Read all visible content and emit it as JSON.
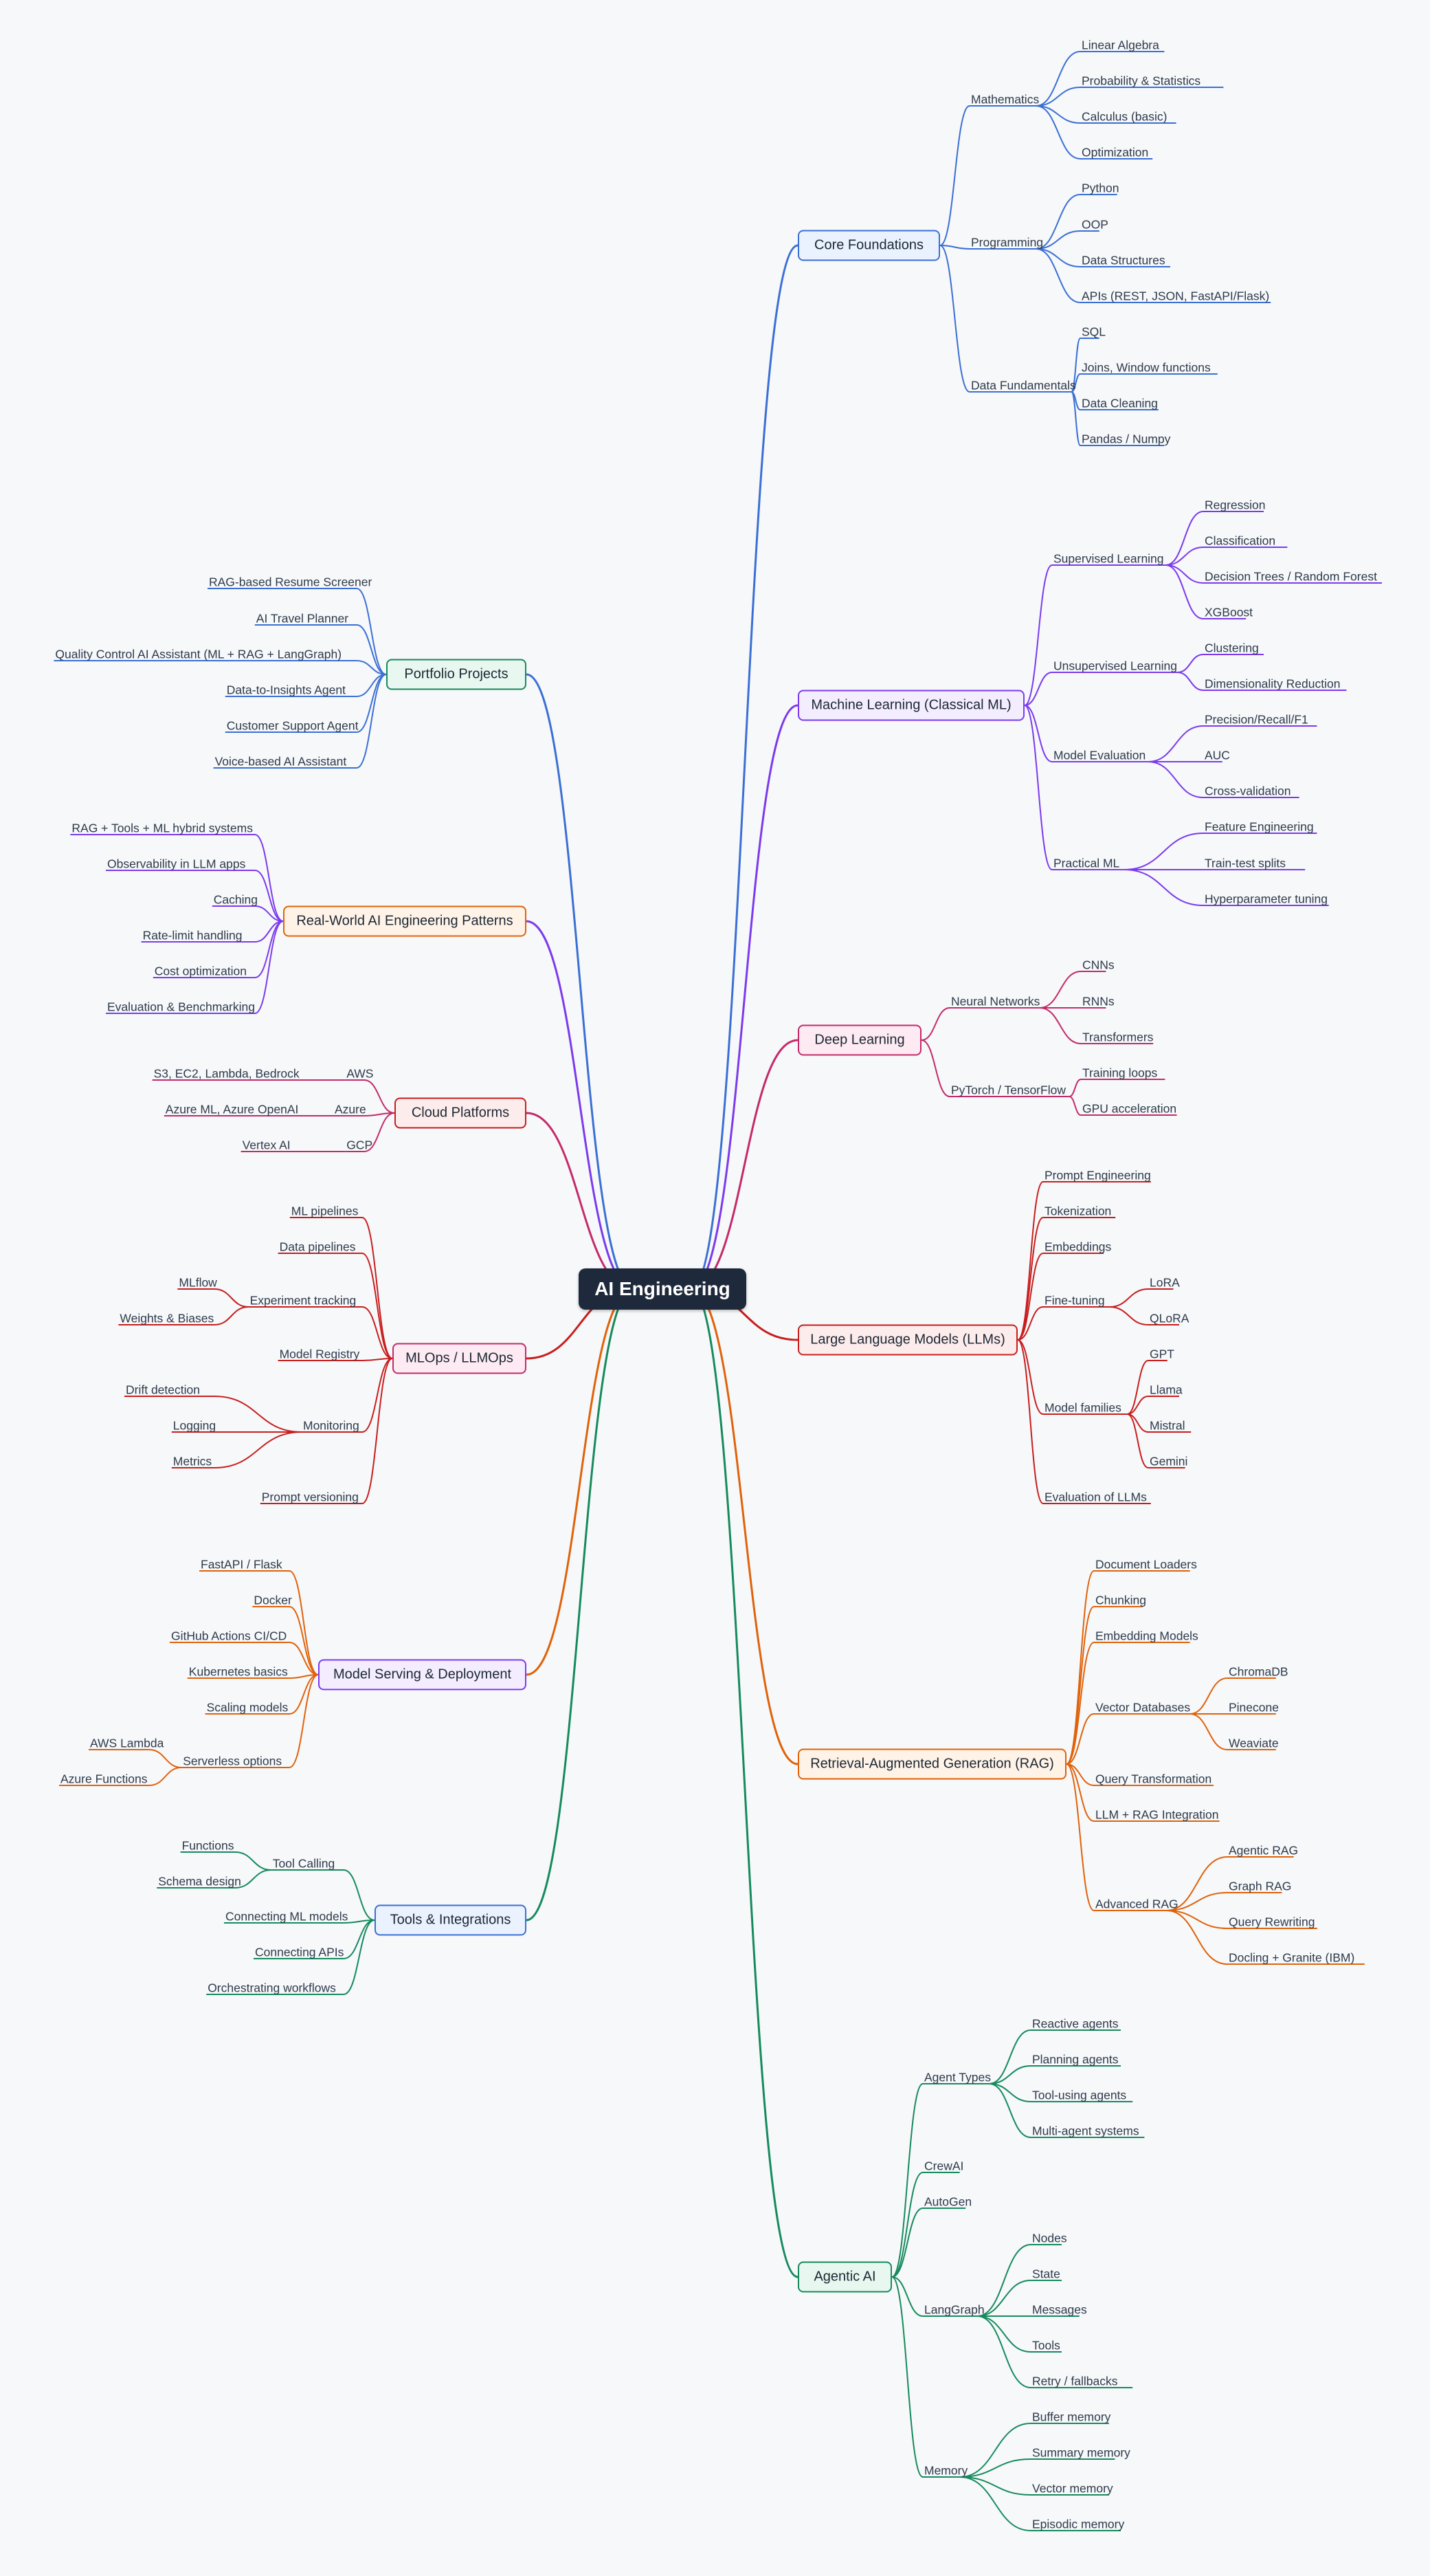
{
  "root": "AI Engineering",
  "colors": {
    "blue": "#3b6fd4",
    "purple": "#7c3aed",
    "pink": "#c42a6a",
    "red": "#c81e1e",
    "orange": "#e0620a",
    "green": "#168a5c",
    "blue_bg": "#eaf2ff",
    "purple_bg": "#f3edff",
    "pink_bg": "#fdeaf2",
    "red_bg": "#fdecec",
    "orange_bg": "#fff3e8",
    "green_bg": "#e8f8f0"
  },
  "branches": [
    {
      "label": "Core Foundations",
      "color": "blue",
      "side": "right",
      "children": [
        {
          "label": "Mathematics",
          "children": [
            {
              "label": "Linear Algebra"
            },
            {
              "label": "Probability & Statistics"
            },
            {
              "label": "Calculus (basic)"
            },
            {
              "label": "Optimization"
            }
          ]
        },
        {
          "label": "Programming",
          "children": [
            {
              "label": "Python"
            },
            {
              "label": "OOP"
            },
            {
              "label": "Data Structures"
            },
            {
              "label": "APIs (REST, JSON, FastAPI/Flask)"
            }
          ]
        },
        {
          "label": "Data Fundamentals",
          "children": [
            {
              "label": "SQL"
            },
            {
              "label": "Joins, Window functions"
            },
            {
              "label": "Data Cleaning"
            },
            {
              "label": "Pandas / Numpy"
            }
          ]
        }
      ]
    },
    {
      "label": "Machine Learning (Classical ML)",
      "color": "purple",
      "side": "right",
      "children": [
        {
          "label": "Supervised Learning",
          "children": [
            {
              "label": "Regression"
            },
            {
              "label": "Classification"
            },
            {
              "label": "Decision Trees / Random Forest"
            },
            {
              "label": "XGBoost"
            }
          ]
        },
        {
          "label": "Unsupervised Learning",
          "children": [
            {
              "label": "Clustering"
            },
            {
              "label": "Dimensionality Reduction"
            }
          ]
        },
        {
          "label": "Model Evaluation",
          "children": [
            {
              "label": "Precision/Recall/F1"
            },
            {
              "label": "AUC"
            },
            {
              "label": "Cross-validation"
            }
          ]
        },
        {
          "label": "Practical ML",
          "children": [
            {
              "label": "Feature Engineering"
            },
            {
              "label": "Train-test splits"
            },
            {
              "label": "Hyperparameter tuning"
            }
          ]
        }
      ]
    },
    {
      "label": "Deep Learning",
      "color": "pink",
      "side": "right",
      "children": [
        {
          "label": "Neural Networks",
          "children": [
            {
              "label": "CNNs"
            },
            {
              "label": "RNNs"
            },
            {
              "label": "Transformers"
            }
          ]
        },
        {
          "label": "PyTorch / TensorFlow",
          "children": [
            {
              "label": "Training loops"
            },
            {
              "label": "GPU acceleration"
            }
          ]
        }
      ]
    },
    {
      "label": "Large Language Models (LLMs)",
      "color": "red",
      "side": "right",
      "children": [
        {
          "label": "Prompt Engineering"
        },
        {
          "label": "Tokenization"
        },
        {
          "label": "Embeddings"
        },
        {
          "label": "Fine-tuning",
          "children": [
            {
              "label": "LoRA"
            },
            {
              "label": "QLoRA"
            }
          ]
        },
        {
          "label": "Model families",
          "children": [
            {
              "label": "GPT"
            },
            {
              "label": "Llama"
            },
            {
              "label": "Mistral"
            },
            {
              "label": "Gemini"
            }
          ]
        },
        {
          "label": "Evaluation of LLMs"
        }
      ]
    },
    {
      "label": "Retrieval-Augmented Generation (RAG)",
      "color": "orange",
      "side": "right",
      "children": [
        {
          "label": "Document Loaders"
        },
        {
          "label": "Chunking"
        },
        {
          "label": "Embedding Models"
        },
        {
          "label": "Vector Databases",
          "children": [
            {
              "label": "ChromaDB"
            },
            {
              "label": "Pinecone"
            },
            {
              "label": "Weaviate"
            }
          ]
        },
        {
          "label": "Query Transformation"
        },
        {
          "label": "LLM + RAG Integration"
        },
        {
          "label": "Advanced RAG",
          "children": [
            {
              "label": "Agentic RAG"
            },
            {
              "label": "Graph RAG"
            },
            {
              "label": "Query Rewriting"
            },
            {
              "label": "Docling + Granite (IBM)"
            }
          ]
        }
      ]
    },
    {
      "label": "Agentic AI",
      "color": "green",
      "side": "right",
      "children": [
        {
          "label": "Agent Types",
          "children": [
            {
              "label": "Reactive agents"
            },
            {
              "label": "Planning agents"
            },
            {
              "label": "Tool-using agents"
            },
            {
              "label": "Multi-agent systems"
            }
          ]
        },
        {
          "label": "CrewAI"
        },
        {
          "label": "AutoGen"
        },
        {
          "label": "LangGraph",
          "children": [
            {
              "label": "Nodes"
            },
            {
              "label": "State"
            },
            {
              "label": "Messages"
            },
            {
              "label": "Tools"
            },
            {
              "label": "Retry / fallbacks"
            }
          ]
        },
        {
          "label": "Memory",
          "children": [
            {
              "label": "Buffer memory"
            },
            {
              "label": "Summary memory"
            },
            {
              "label": "Vector memory"
            },
            {
              "label": "Episodic memory"
            }
          ]
        }
      ]
    },
    {
      "label": "Portfolio Projects",
      "color": "green",
      "link_color": "blue",
      "side": "left",
      "children": [
        {
          "label": "RAG-based Resume Screener"
        },
        {
          "label": "AI Travel Planner"
        },
        {
          "label": "Quality Control AI Assistant (ML + RAG + LangGraph)"
        },
        {
          "label": "Data-to-Insights Agent"
        },
        {
          "label": "Customer Support Agent"
        },
        {
          "label": "Voice-based AI Assistant"
        }
      ]
    },
    {
      "label": "Real-World AI Engineering Patterns",
      "color": "orange",
      "link_color": "purple",
      "side": "left",
      "children": [
        {
          "label": "RAG + Tools + ML hybrid systems"
        },
        {
          "label": "Observability in LLM apps"
        },
        {
          "label": "Caching"
        },
        {
          "label": "Rate-limit handling"
        },
        {
          "label": "Cost optimization"
        },
        {
          "label": "Evaluation & Benchmarking"
        }
      ]
    },
    {
      "label": "Cloud Platforms",
      "color": "red",
      "link_color": "pink",
      "side": "left",
      "children": [
        {
          "label": "AWS",
          "children": [
            {
              "label": "S3, EC2, Lambda, Bedrock"
            }
          ]
        },
        {
          "label": "Azure",
          "children": [
            {
              "label": "Azure ML, Azure OpenAI"
            }
          ]
        },
        {
          "label": "GCP",
          "children": [
            {
              "label": "Vertex AI"
            }
          ]
        }
      ]
    },
    {
      "label": "MLOps / LLMOps",
      "color": "pink",
      "link_color": "red",
      "side": "left",
      "children": [
        {
          "label": "ML pipelines"
        },
        {
          "label": "Data pipelines"
        },
        {
          "label": "Experiment tracking",
          "children": [
            {
              "label": "MLflow"
            },
            {
              "label": "Weights & Biases"
            }
          ]
        },
        {
          "label": "Model Registry"
        },
        {
          "label": "Monitoring",
          "children": [
            {
              "label": "Drift detection"
            },
            {
              "label": "Logging"
            },
            {
              "label": "Metrics"
            }
          ]
        },
        {
          "label": "Prompt versioning"
        }
      ]
    },
    {
      "label": "Model Serving & Deployment",
      "color": "purple",
      "link_color": "orange",
      "side": "left",
      "children": [
        {
          "label": "FastAPI / Flask"
        },
        {
          "label": "Docker"
        },
        {
          "label": "GitHub Actions CI/CD"
        },
        {
          "label": "Kubernetes basics"
        },
        {
          "label": "Scaling models"
        },
        {
          "label": "Serverless options",
          "children": [
            {
              "label": "AWS Lambda"
            },
            {
              "label": "Azure Functions"
            }
          ]
        }
      ]
    },
    {
      "label": "Tools & Integrations",
      "color": "blue",
      "link_color": "green",
      "side": "left",
      "children": [
        {
          "label": "Tool Calling",
          "children": [
            {
              "label": "Functions"
            },
            {
              "label": "Schema design"
            }
          ]
        },
        {
          "label": "Connecting ML models"
        },
        {
          "label": "Connecting APIs"
        },
        {
          "label": "Orchestrating workflows"
        }
      ]
    }
  ]
}
